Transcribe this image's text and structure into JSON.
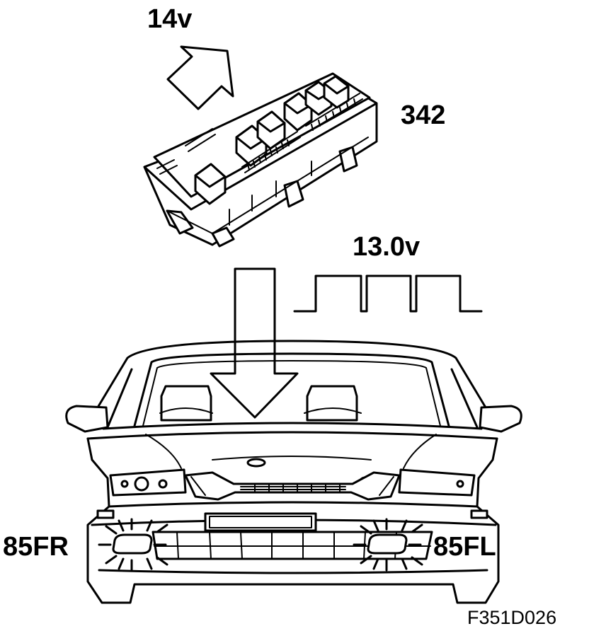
{
  "labels": {
    "input_voltage": "14v",
    "fuse_box": "342",
    "pwm_voltage": "13.0v",
    "lamp_right": "85FR",
    "lamp_left": "85FL",
    "figure_id": "F351D026"
  },
  "colors": {
    "ink": "#000000",
    "paper": "#ffffff"
  },
  "icons": [
    "arrow-icon",
    "fuse-relay-box-icon",
    "square-wave-icon",
    "car-front-icon",
    "fog-lamp-icon"
  ]
}
